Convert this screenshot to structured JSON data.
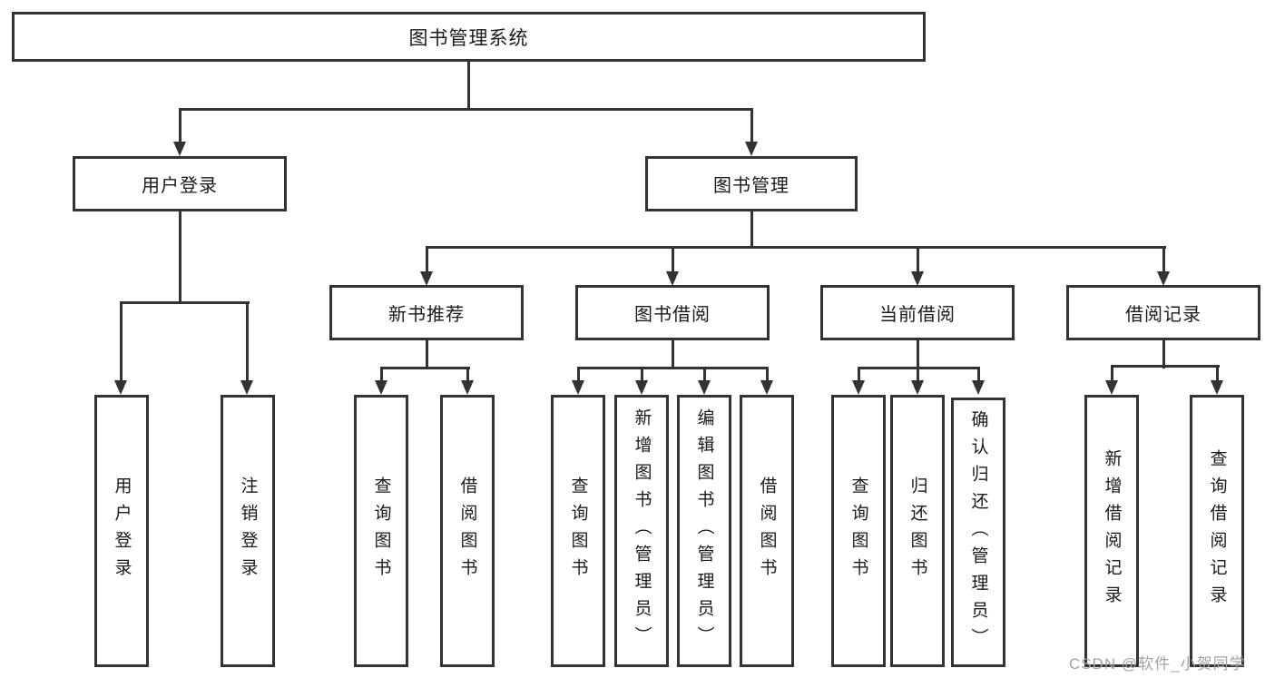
{
  "colors": {
    "line": "#333333",
    "box_border": "#333333",
    "box_background": "#ffffff",
    "text": "#1a1a1a",
    "watermark": "#a3a3a3",
    "page_background": "#ffffff"
  },
  "watermark": {
    "text": "CSDN @软件_小贺同学"
  },
  "tree": {
    "root": {
      "label": "图书管理系统",
      "children": [
        {
          "label": "用户登录",
          "children": [
            {
              "label": "用户登录"
            },
            {
              "label": "注销登录"
            }
          ]
        },
        {
          "label": "图书管理",
          "children": [
            {
              "label": "新书推荐",
              "children": [
                {
                  "label": "查询图书"
                },
                {
                  "label": "借阅图书"
                }
              ]
            },
            {
              "label": "图书借阅",
              "children": [
                {
                  "label": "查询图书"
                },
                {
                  "label": "新增图书（管理员）"
                },
                {
                  "label": "编辑图书（管理员）"
                },
                {
                  "label": "借阅图书"
                }
              ]
            },
            {
              "label": "当前借阅",
              "children": [
                {
                  "label": "查询图书"
                },
                {
                  "label": "归还图书"
                },
                {
                  "label": "确认归还（管理员）"
                }
              ]
            },
            {
              "label": "借阅记录",
              "children": [
                {
                  "label": "新增借阅记录"
                },
                {
                  "label": "查询借阅记录"
                }
              ]
            }
          ]
        }
      ]
    }
  }
}
